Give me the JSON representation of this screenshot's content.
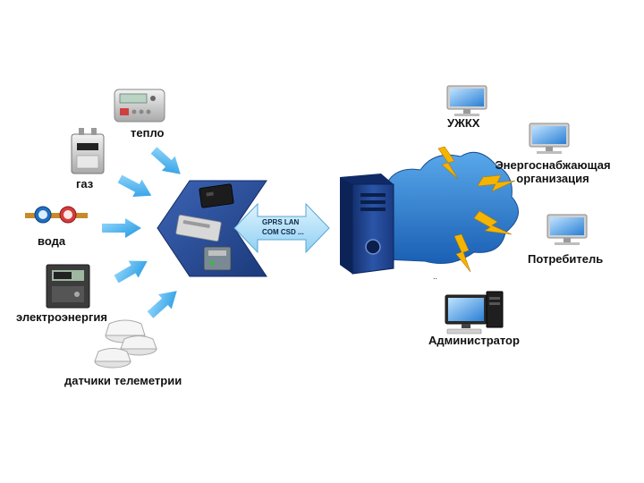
{
  "sources": [
    {
      "id": "heat",
      "label": "тепло",
      "icon": "heat-meter-icon"
    },
    {
      "id": "gas",
      "label": "газ",
      "icon": "gas-meter-icon"
    },
    {
      "id": "water",
      "label": "вода",
      "icon": "water-meter-icon"
    },
    {
      "id": "electricity",
      "label": "электроэнергия",
      "icon": "electricity-meter-icon"
    },
    {
      "id": "telemetry",
      "label": "датчики телеметрии",
      "icon": "telemetry-sensor-icon"
    }
  ],
  "channel": {
    "line1": "GPRS  LAN",
    "line2": "COM   CSD ..."
  },
  "consumers": [
    {
      "id": "housing",
      "label": "УЖКХ",
      "icon": "monitor-icon"
    },
    {
      "id": "supply",
      "label": "Энергоснабжающая\nорганизация",
      "icon": "monitor-icon"
    },
    {
      "id": "consumer",
      "label": "Потребитель",
      "icon": "monitor-icon"
    },
    {
      "id": "admin",
      "label": "Администратор",
      "icon": "workstation-icon"
    }
  ],
  "misc": {
    "dots": ".."
  },
  "colors": {
    "arrow": "#2fa8e8",
    "panel": "#2a4f96",
    "server": "#1e3f8a",
    "cloud": "#2a72c8",
    "lightning": "#f5b400"
  }
}
